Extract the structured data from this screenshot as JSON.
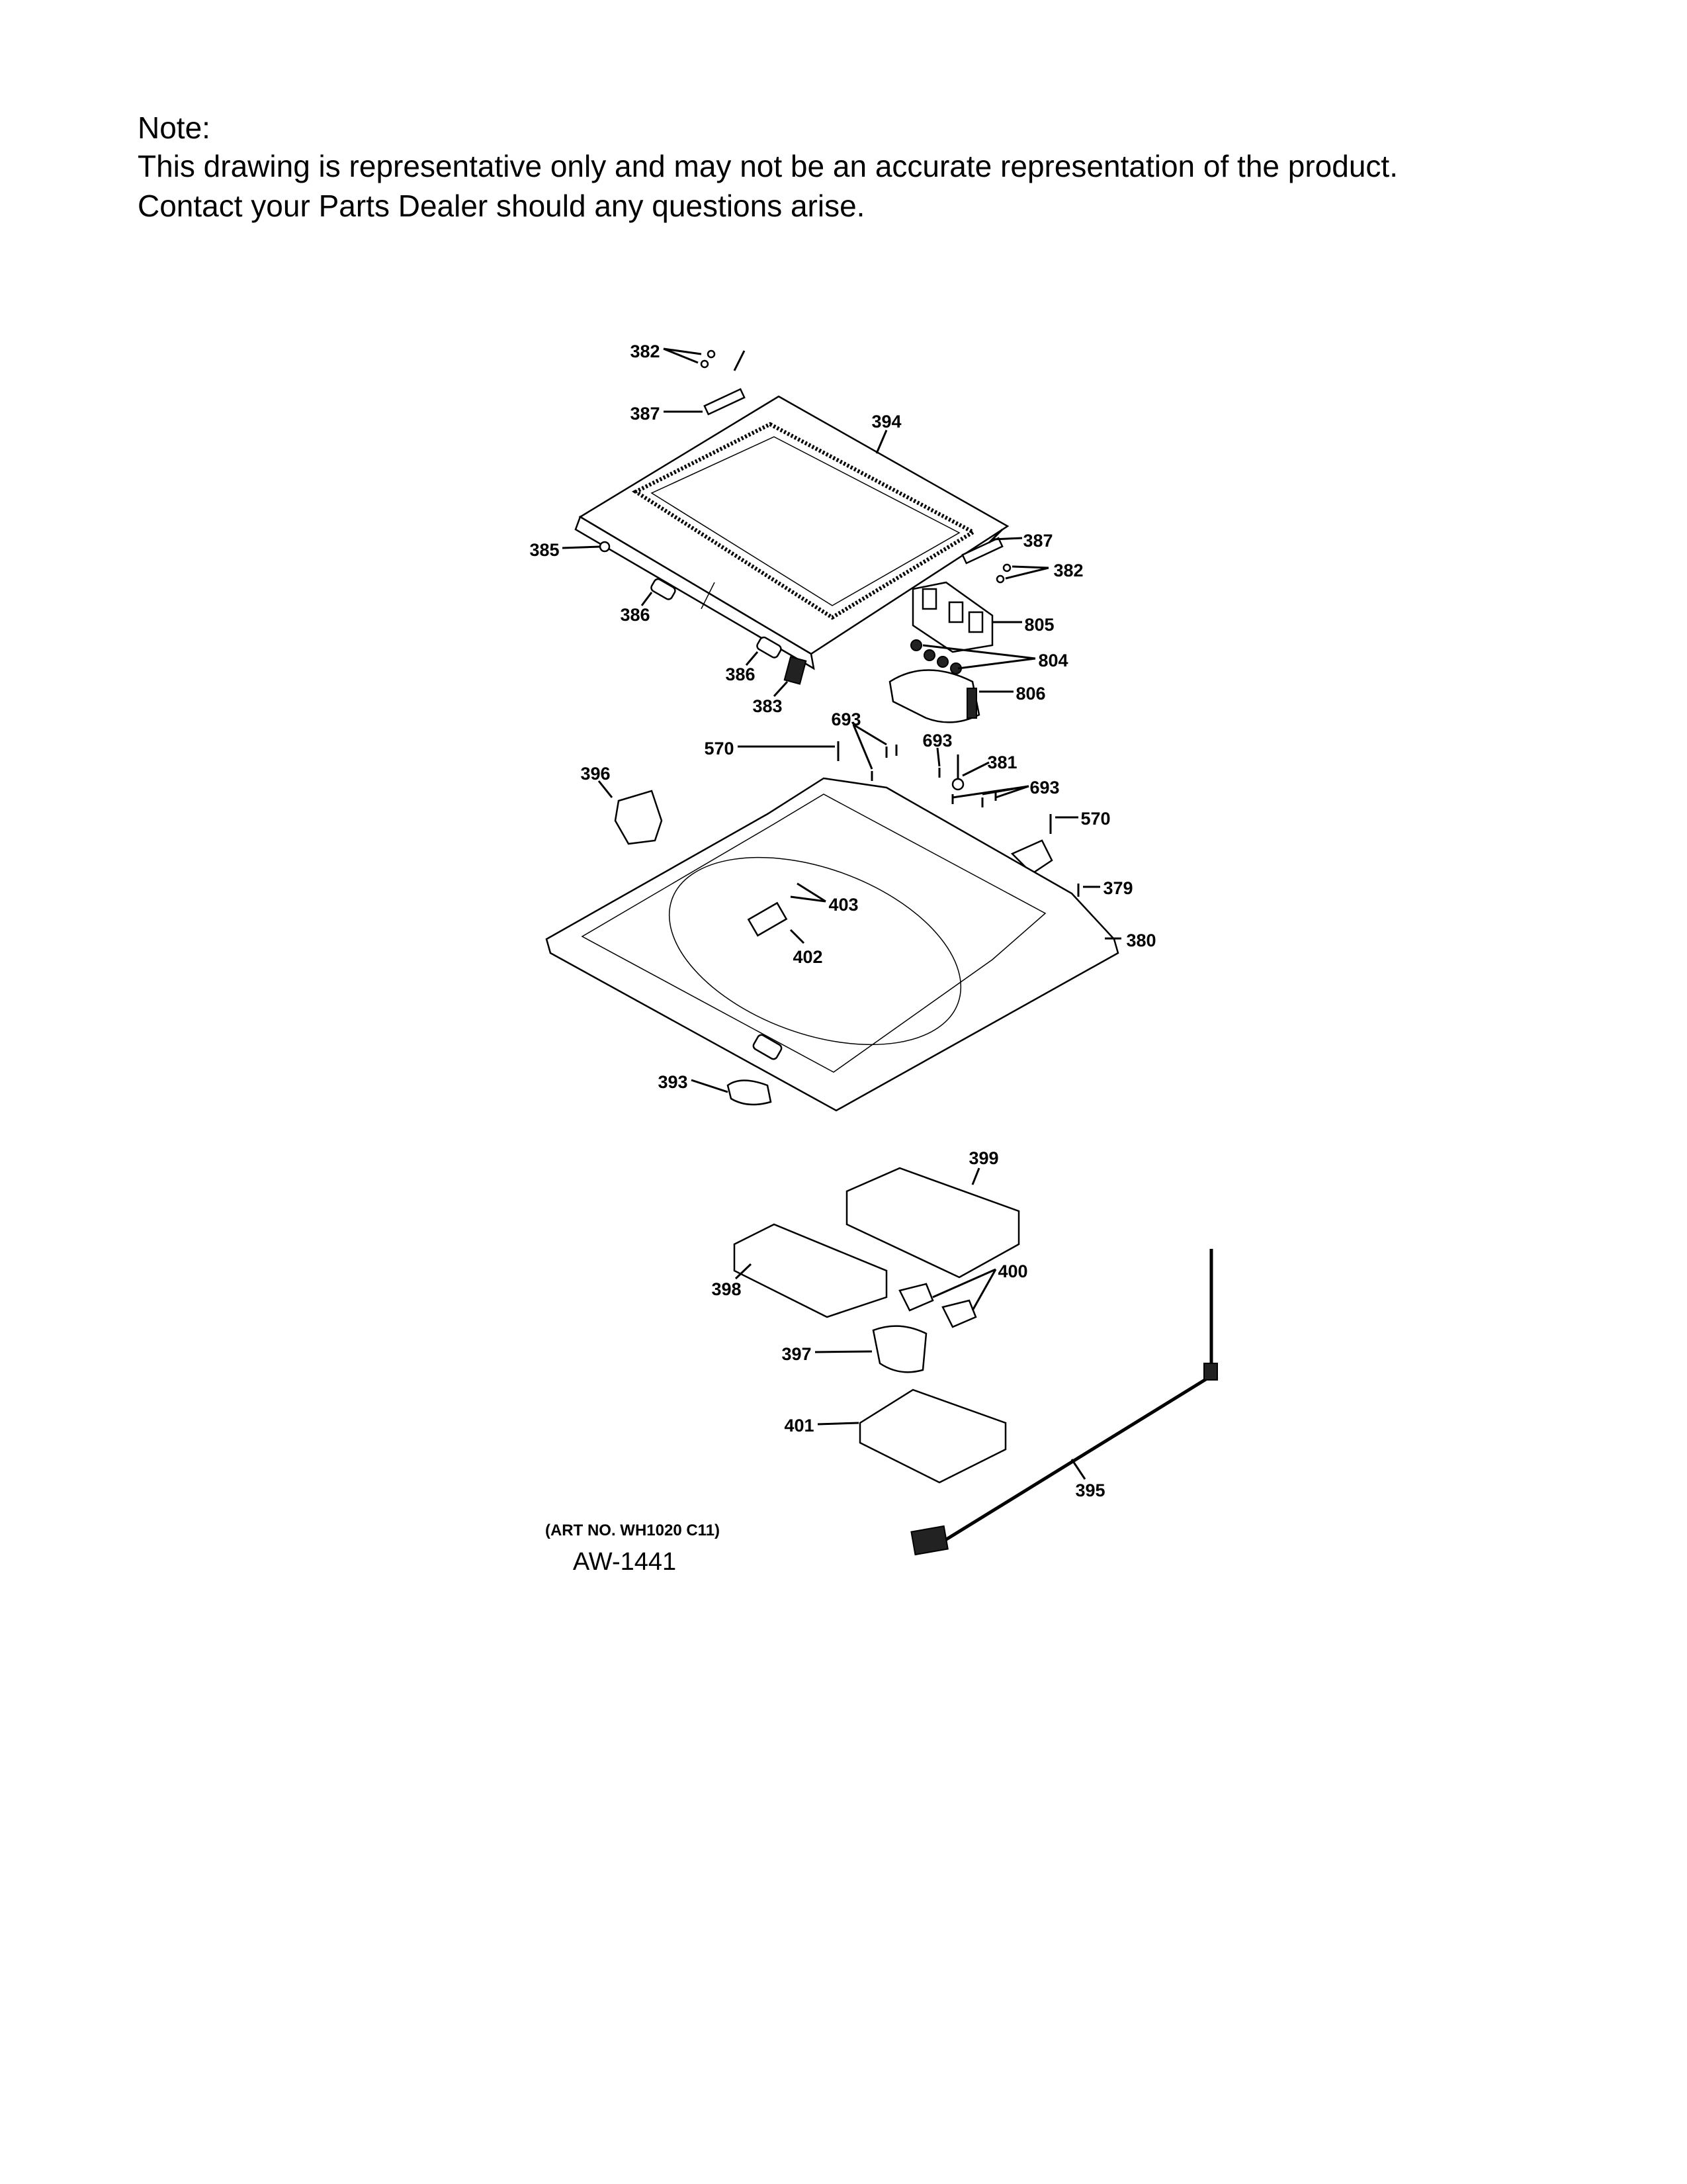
{
  "note": {
    "heading": "Note:",
    "line1": "This drawing is representative only and may not be an accurate representation of the product.",
    "line2": "Contact your Parts Dealer should any questions arise."
  },
  "callouts": [
    "382",
    "387",
    "394",
    "385",
    "387",
    "382",
    "386",
    "805",
    "804",
    "386",
    "806",
    "383",
    "693",
    "570",
    "693",
    "381",
    "396",
    "693",
    "570",
    "403",
    "379",
    "380",
    "402",
    "393",
    "399",
    "400",
    "398",
    "397",
    "401",
    "395"
  ],
  "art_number": "(ART NO. WH1020 C11)",
  "drawing_id": "AW-1441"
}
